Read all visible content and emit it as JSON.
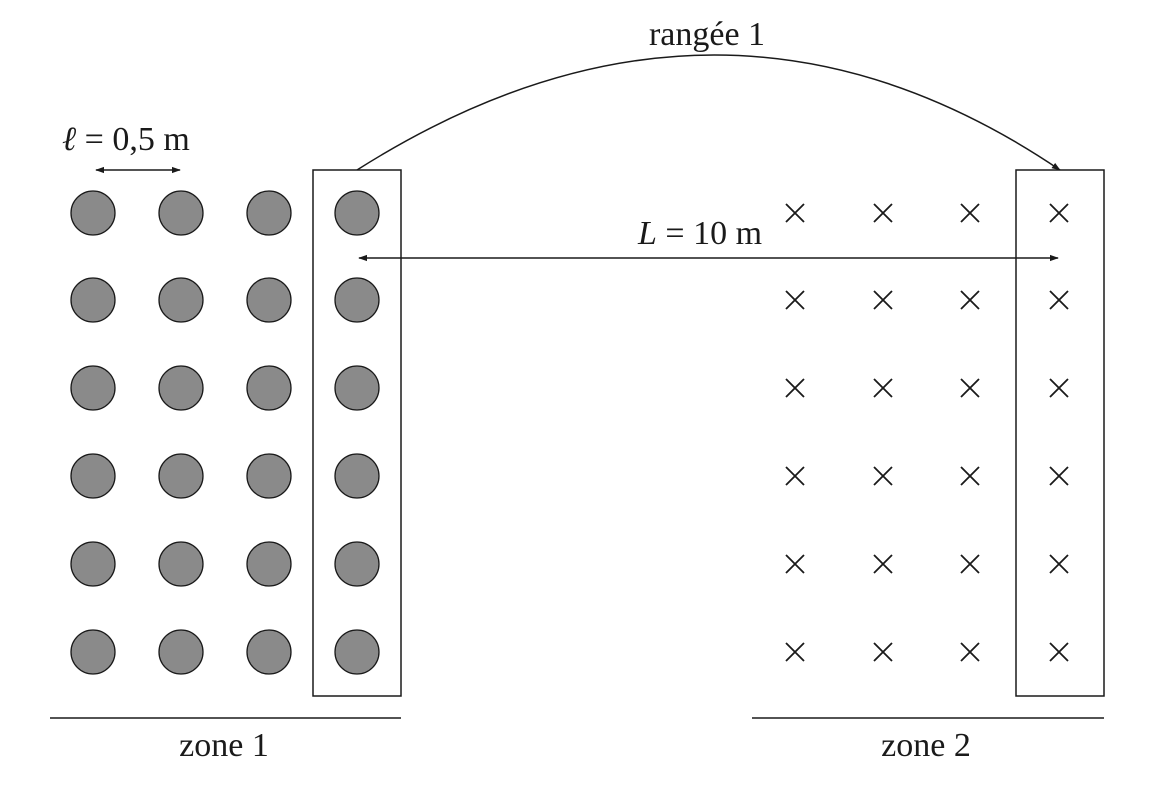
{
  "labels": {
    "row_label": "rangée 1",
    "spacing_symbol": "ℓ",
    "spacing_value": " = 0,5 m",
    "distance_symbol": "L",
    "distance_value": " = 10 m",
    "zone1": "zone 1",
    "zone2": "zone 2"
  },
  "grid": {
    "rows": 6,
    "columns": 4
  },
  "colors": {
    "circle_fill": "#8a8a8a",
    "stroke": "#1a1a1a"
  }
}
